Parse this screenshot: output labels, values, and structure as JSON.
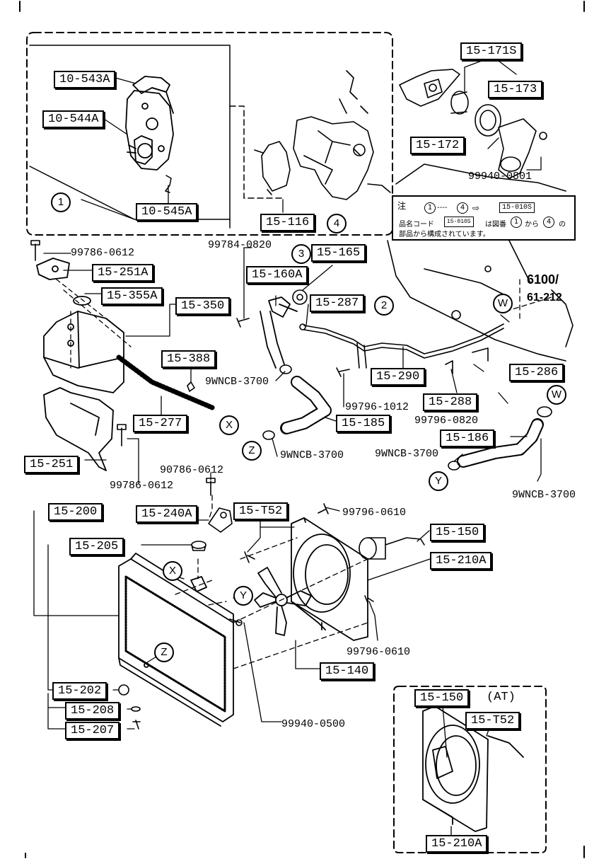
{
  "part_labels": {
    "p10_543a": "10-543A",
    "p10_544a": "10-544A",
    "p10_545a": "10-545A",
    "p15_116": "15-116",
    "p15_171s": "15-171S",
    "p15_173": "15-173",
    "p15_172": "15-172",
    "p15_251a": "15-251A",
    "p15_355a": "15-355A",
    "p15_350": "15-350",
    "p15_160a": "15-160A",
    "p15_165": "15-165",
    "p15_287": "15-287",
    "p15_388": "15-388",
    "p15_290": "15-290",
    "p15_286": "15-286",
    "p15_288": "15-288",
    "p15_277": "15-277",
    "p15_185": "15-185",
    "p15_186": "15-186",
    "p15_251": "15-251",
    "p15_200": "15-200",
    "p15_240a": "15-240A",
    "p15_t52": "15-T52",
    "p15_150": "15-150",
    "p15_205": "15-205",
    "p15_210a": "15-210A",
    "p15_140": "15-140",
    "p15_202": "15-202",
    "p15_208": "15-208",
    "p15_207": "15-207",
    "inset_15_150": "15-150",
    "inset_15_t52": "15-T52",
    "inset_15_210a": "15-210A"
  },
  "fastener_labels": {
    "f99940_0801": "99940-0801",
    "f99786_0612_top": "99786-0612",
    "f99784_0820": "99784-0820",
    "f9wncb_3700_a": "9WNCB-3700",
    "f99796_1012": "99796-1012",
    "f99796_0820": "99796-0820",
    "f9wncb_3700_b": "9WNCB-3700",
    "f9wncb_3700_c": "9WNCB-3700",
    "f9wncb_3700_d": "9WNCB-3700",
    "f90786_0612": "90786-0612",
    "f99786_0612_bot": "99786-0612",
    "f99796_0610_top": "99796-0610",
    "f99796_0610_bot": "99796-0610",
    "f99940_0500": "99940-0500"
  },
  "callouts": {
    "c1": "1",
    "c2": "2",
    "c3": "3",
    "c4": "4",
    "w_top": "W",
    "w_mid": "W",
    "x_top": "X",
    "x_rad": "X",
    "y_hose": "Y",
    "y_rad": "Y",
    "z_hose": "Z",
    "z_rad": "Z"
  },
  "page_refs": {
    "ref_a": "6100/",
    "ref_b": "61-212"
  },
  "at_label": "(AT)",
  "note": {
    "head": "注",
    "from": "1",
    "to": "4",
    "arrow": "⇨",
    "code": "15-010S",
    "line2_a": "品名コード",
    "line2_code": "15-010S",
    "line2_b": "は図番",
    "line2_c": "から",
    "line2_d": "の",
    "line3": "部品から構成されています。"
  }
}
